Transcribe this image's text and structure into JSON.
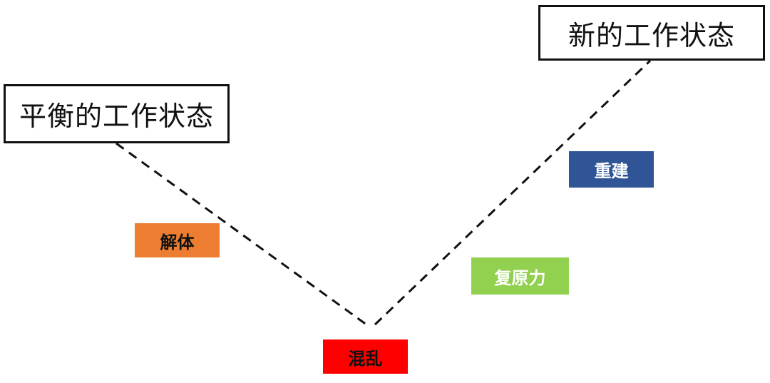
{
  "states": {
    "start": "平衡的工作状态",
    "end": "新的工作状态"
  },
  "phases": {
    "dissolve": {
      "label": "解体",
      "bg": "#ED7D31",
      "fg": "#111111"
    },
    "chaos": {
      "label": "混乱",
      "bg": "#FF0000",
      "fg": "#111111"
    },
    "resilience": {
      "label": "复原力",
      "bg": "#92D050",
      "fg": "#ffffff"
    },
    "rebuild": {
      "label": "重建",
      "bg": "#2F5597",
      "fg": "#ffffff"
    }
  },
  "colors": {
    "line": "#111111"
  }
}
